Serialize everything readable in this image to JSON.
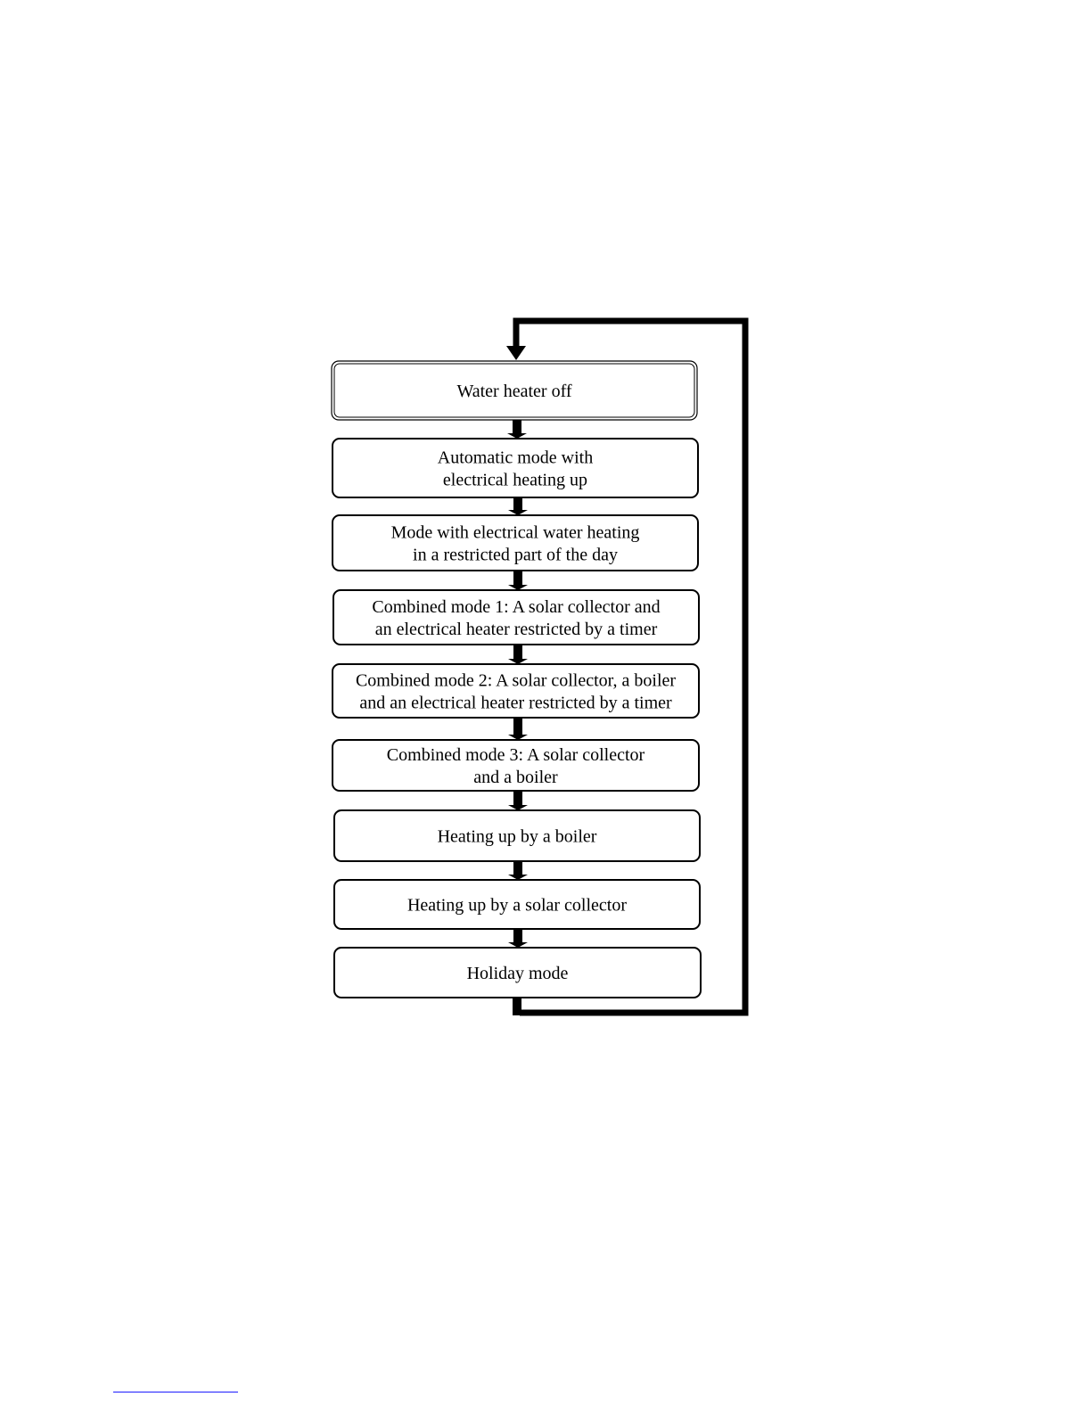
{
  "diagram": {
    "modes": [
      {
        "lines": [
          "Water heater off"
        ]
      },
      {
        "lines": [
          "Automatic mode with",
          "electrical heating up"
        ]
      },
      {
        "lines": [
          "Mode with electrical water heating",
          "in a restricted part of the day"
        ]
      },
      {
        "lines": [
          "Combined mode 1: A solar collector and",
          "an electrical heater restricted by a timer"
        ]
      },
      {
        "lines": [
          "Combined mode 2: A solar collector, a boiler",
          "and an electrical heater restricted by a timer"
        ]
      },
      {
        "lines": [
          "Combined mode 3: A solar collector",
          "and a boiler"
        ]
      },
      {
        "lines": [
          "Heating up by a boiler"
        ]
      },
      {
        "lines": [
          "Heating up by a solar collector"
        ]
      },
      {
        "lines": [
          "Holiday mode"
        ]
      }
    ]
  },
  "colors": {
    "stroke": "#000000",
    "background": "#ffffff",
    "footnote_rule": "#1a1aff"
  }
}
